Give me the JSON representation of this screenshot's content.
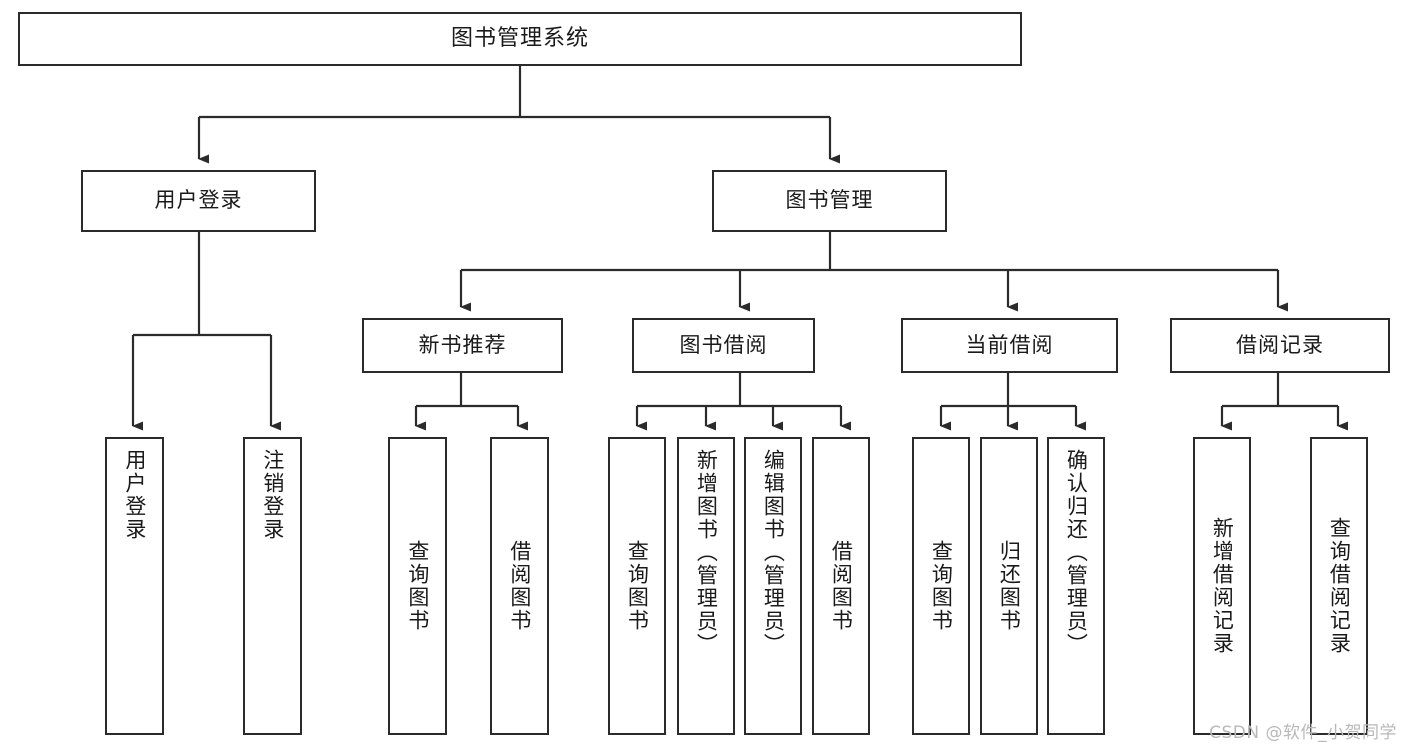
{
  "diagram": {
    "title": "图书管理系统",
    "type": "hierarchy-tree",
    "orientation": "top-down",
    "colors": {
      "stroke": "#2b2b2b",
      "fill": "#ffffff",
      "text": "#1a1a1a",
      "watermark": "#b9b9b9"
    },
    "root": {
      "label": "图书管理系统"
    },
    "level1": [
      {
        "label": "用户登录"
      },
      {
        "label": "图书管理"
      }
    ],
    "level2": [
      {
        "label": "新书推荐"
      },
      {
        "label": "图书借阅"
      },
      {
        "label": "当前借阅"
      },
      {
        "label": "借阅记录"
      }
    ],
    "leaves": {
      "user_login": [
        {
          "label": "用户登录"
        },
        {
          "label": "注销登录"
        }
      ],
      "new_book_recommend": [
        {
          "label": "查询图书"
        },
        {
          "label": "借阅图书"
        }
      ],
      "book_borrow": [
        {
          "label": "查询图书"
        },
        {
          "label": "新增图书（管理员）"
        },
        {
          "label": "编辑图书（管理员）"
        },
        {
          "label": "借阅图书"
        }
      ],
      "current_borrow": [
        {
          "label": "查询图书"
        },
        {
          "label": "归还图书"
        },
        {
          "label": "确认归还（管理员）"
        }
      ],
      "borrow_record": [
        {
          "label": "新增借阅记录"
        },
        {
          "label": "查询借阅记录"
        }
      ]
    }
  },
  "watermark": {
    "text": "CSDN @软件_小贺同学"
  }
}
